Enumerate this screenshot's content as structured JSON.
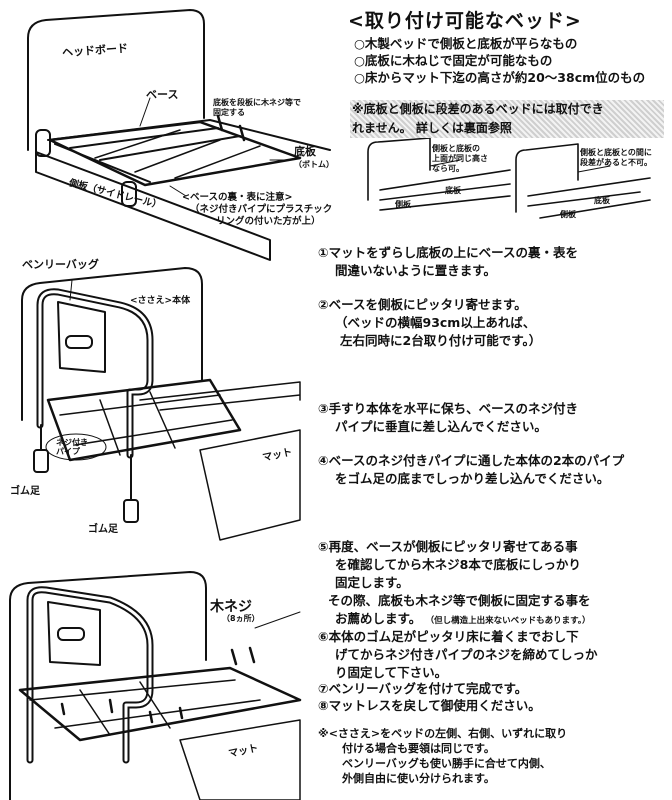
{
  "header": {
    "title": "<取り付け可能なベッド>",
    "conditions": [
      "○木製ベッドで側板と底板が平らなもの",
      "○底板に木ねじで固定が可能なもの",
      "○床からマット下迄の高さが約20～38cm位のもの"
    ]
  },
  "note": {
    "lines": [
      "※底板と側板に段差のあるベッドには取付でき",
      "れません。 詳しくは裏面参照"
    ],
    "diagram1": {
      "callout": [
        "側板と底板の",
        "上面が同じ高さ",
        "なら可。"
      ],
      "side": "側板",
      "bottom": "底板"
    },
    "diagram2": {
      "callout": [
        "側板と底板との間に",
        "段差があると不可。"
      ],
      "side": "側板",
      "bottom": "底板"
    }
  },
  "fig1": {
    "headboard": "ヘッドボード",
    "base": "ベース",
    "screw_note": [
      "底板を段板に木ネジ等で",
      "固定する"
    ],
    "bottom_board": "底板",
    "bottom_board_sub": "（ボトム）",
    "side_board": "側板（サイドレール）",
    "caution": [
      "<ベースの裏・表に注意>",
      "（ネジ付きパイプにプラスチック",
      "リングの付いた方が上）"
    ]
  },
  "fig2": {
    "bag": "ベンリーバッグ",
    "body": "<ささえ>本体",
    "pipe": [
      "ネジ付き",
      "パイプ"
    ],
    "rubber_foot_1": "ゴム足",
    "rubber_foot_2": "ゴム足",
    "mat": "マット"
  },
  "fig3": {
    "wood_screw": "木ネジ",
    "screw_count": "（8ヵ所）",
    "mat": "マット"
  },
  "steps": {
    "s1": [
      "①マットをずらし底板の上にベースの裏・表を",
      "間違いないように置きます。"
    ],
    "s2": [
      "②ベースを側板にピッタリ寄せます。",
      "（ベッドの横幅93cm以上あれば、",
      "左右同時に2台取り付け可能です。）"
    ],
    "s3": [
      "③手すり本体を水平に保ち、ベースのネジ付き",
      "パイプに垂直に差し込んでください。"
    ],
    "s4": [
      "④ベースのネジ付きパイプに通した本体の2本のパイプ",
      "をゴム足の底までしっかり差し込んでください。"
    ],
    "s5": [
      "⑤再度、ベースが側板にピッタリ寄せてある事",
      "を確認してから木ネジ8本で底板にしっかり",
      "固定します。"
    ],
    "s5b": [
      "その際、底板も木ネジ等で側板に固定する事を",
      "お薦めします。"
    ],
    "s5b_small": "（但し構造上出来ないベッドもあります。）",
    "s6": [
      "⑥本体のゴム足がピッタリ床に着くまでおし下",
      "げてからネジ付きパイプのネジを締めてしっか",
      "り固定して下さい。"
    ],
    "s7": "⑦ベンリーバッグを付けて完成です。",
    "s8": "⑧マットレスを戻して御使用ください。",
    "footnote": [
      "※<ささえ>をベッドの左側、右側、いずれに取り",
      "付ける場合も要領は同じです。",
      "ベンリーバッグも使い勝手に合せて内側、",
      "外側自由に使い分けられます。"
    ]
  }
}
